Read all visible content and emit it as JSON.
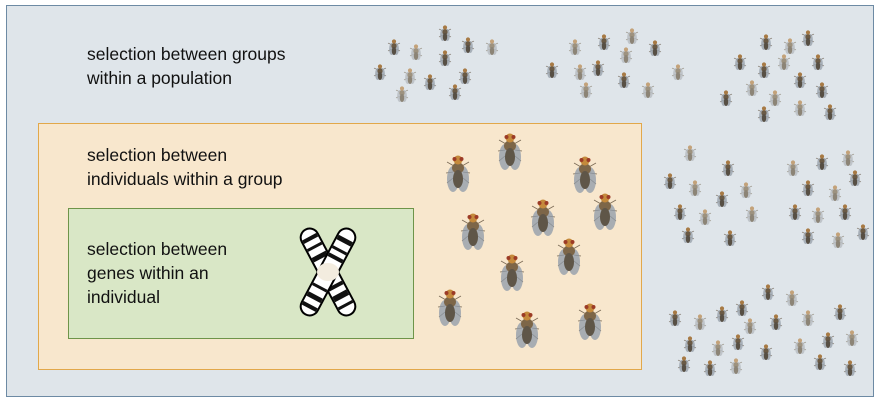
{
  "labels": {
    "population": "selection between groups\nwithin a population",
    "individuals": "selection between\nindividuals within a group",
    "genes": "selection between\ngenes within an\nindividual"
  },
  "icons": {
    "chromosome": "chromosome-icon",
    "large_fly": "fly-icon",
    "small_fly": "small-fly-icon"
  },
  "colors": {
    "population_bg": "#dfe5ea",
    "population_border": "#6d8aa4",
    "group_bg": "#f8e7cd",
    "group_border": "#e2a84a",
    "individual_bg": "#d9e7c6",
    "individual_border": "#6e9449"
  }
}
